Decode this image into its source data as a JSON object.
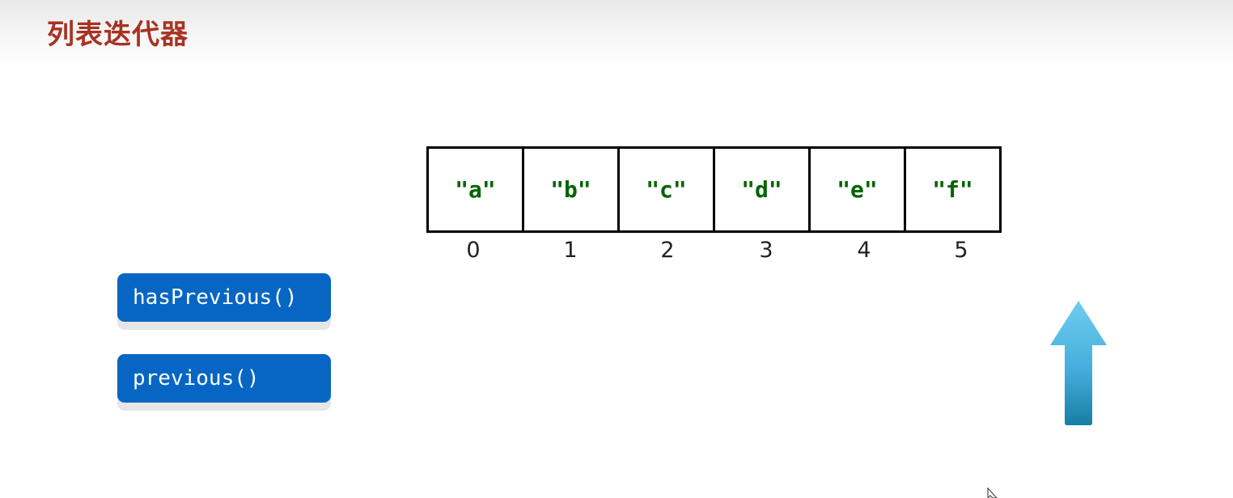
{
  "slide": {
    "title": "列表迭代器"
  },
  "array": {
    "elements": [
      "\"a\"",
      "\"b\"",
      "\"c\"",
      "\"d\"",
      "\"e\"",
      "\"f\""
    ],
    "indices": [
      "0",
      "1",
      "2",
      "3",
      "4",
      "5"
    ]
  },
  "methods": {
    "has_previous": "hasPrevious()",
    "previous": "previous()"
  },
  "colors": {
    "title": "#a83222",
    "element_text": "#006400",
    "method_button": "#0766c4",
    "arrow_top": "#6fcdf0",
    "arrow_bottom": "#167ea5"
  },
  "icons": {
    "pointer": "up-arrow-icon",
    "cursor": "mouse-pointer-icon"
  }
}
